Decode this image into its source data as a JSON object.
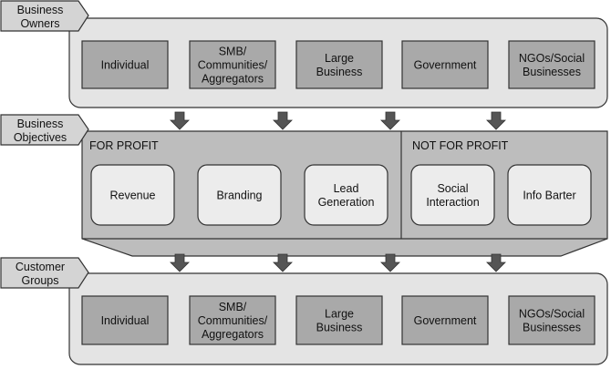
{
  "colors": {
    "outer_box": "#e4e4e4",
    "inner_box": "#a9a9a9",
    "objective_box": "#bdbdbd",
    "objective_item": "#ececec",
    "tag": "#d4d4d4",
    "arrow": "#555555",
    "stroke": "#333333"
  },
  "owners": {
    "label_lines": [
      "Business",
      "Owners"
    ],
    "items": [
      {
        "lines": [
          "Individual"
        ]
      },
      {
        "lines": [
          "SMB/",
          "Communities/",
          "Aggregators"
        ]
      },
      {
        "lines": [
          "Large",
          "Business"
        ]
      },
      {
        "lines": [
          "Government"
        ]
      },
      {
        "lines": [
          "NGOs/Social",
          "Businesses"
        ]
      }
    ]
  },
  "objectives": {
    "label_lines": [
      "Business",
      "Objectives"
    ],
    "for_profit": {
      "title": "FOR PROFIT",
      "items": [
        {
          "lines": [
            "Revenue"
          ]
        },
        {
          "lines": [
            "Branding"
          ]
        },
        {
          "lines": [
            "Lead",
            "Generation"
          ]
        }
      ]
    },
    "not_for_profit": {
      "title": "NOT FOR PROFIT",
      "items": [
        {
          "lines": [
            "Social",
            "Interaction"
          ]
        },
        {
          "lines": [
            "Info Barter"
          ]
        }
      ]
    }
  },
  "customers": {
    "label_lines": [
      "Customer",
      "Groups"
    ],
    "items": [
      {
        "lines": [
          "Individual"
        ]
      },
      {
        "lines": [
          "SMB/",
          "Communities/",
          "Aggregators"
        ]
      },
      {
        "lines": [
          "Large",
          "Business"
        ]
      },
      {
        "lines": [
          "Government"
        ]
      },
      {
        "lines": [
          "NGOs/Social",
          "Businesses"
        ]
      }
    ]
  }
}
